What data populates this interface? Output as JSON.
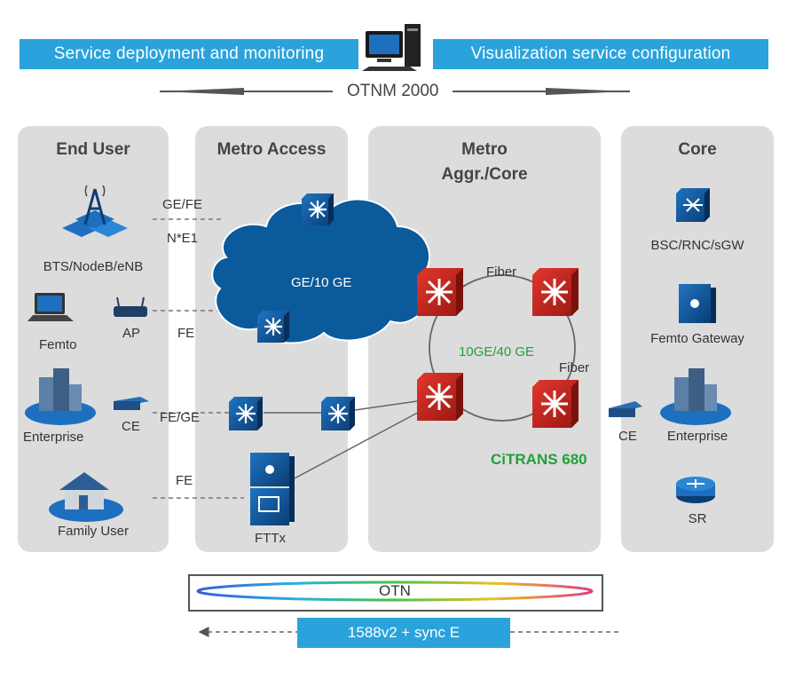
{
  "header": {
    "left_banner": "Service deployment and monitoring",
    "right_banner": "Visualization service configuration",
    "management_label": "OTNM 2000"
  },
  "panels": {
    "end_user": {
      "title": "End User",
      "items": {
        "bts": "BTS/NodeB/eNB",
        "femto": "Femto",
        "ap": "AP",
        "enterprise": "Enterprise",
        "ce": "CE",
        "family_user": "Family User"
      }
    },
    "metro_access": {
      "title": "Metro Access",
      "cloud": "GE/10 GE",
      "fttx": "FTTx"
    },
    "metro_aggr": {
      "title_line1": "Metro",
      "title_line2": "Aggr./Core",
      "ring_label": "10GE/40 GE",
      "fiber_top": "Fiber",
      "fiber_right": "Fiber",
      "product": "CiTRANS 680"
    },
    "core": {
      "title": "Core",
      "items": {
        "bsc": "BSC/RNC/sGW",
        "femto_gw": "Femto Gateway",
        "enterprise": "Enterprise",
        "sr": "SR"
      }
    }
  },
  "links": {
    "ge_fe": "GE/FE",
    "ne1": "N*E1",
    "fe_ap": "FE",
    "fe_ge": "FE/GE",
    "fe_family": "FE",
    "ce_core": "CE"
  },
  "footer": {
    "otn": "OTN",
    "sync": "1588v2 + sync E"
  },
  "colors": {
    "banner": "#2aa3dc",
    "panel": "#dcdcdc",
    "router_red": "#c0261f",
    "switch_blue": "#0d4f8c",
    "cloud": "#0a5a9c",
    "green_text": "#22a03a"
  }
}
